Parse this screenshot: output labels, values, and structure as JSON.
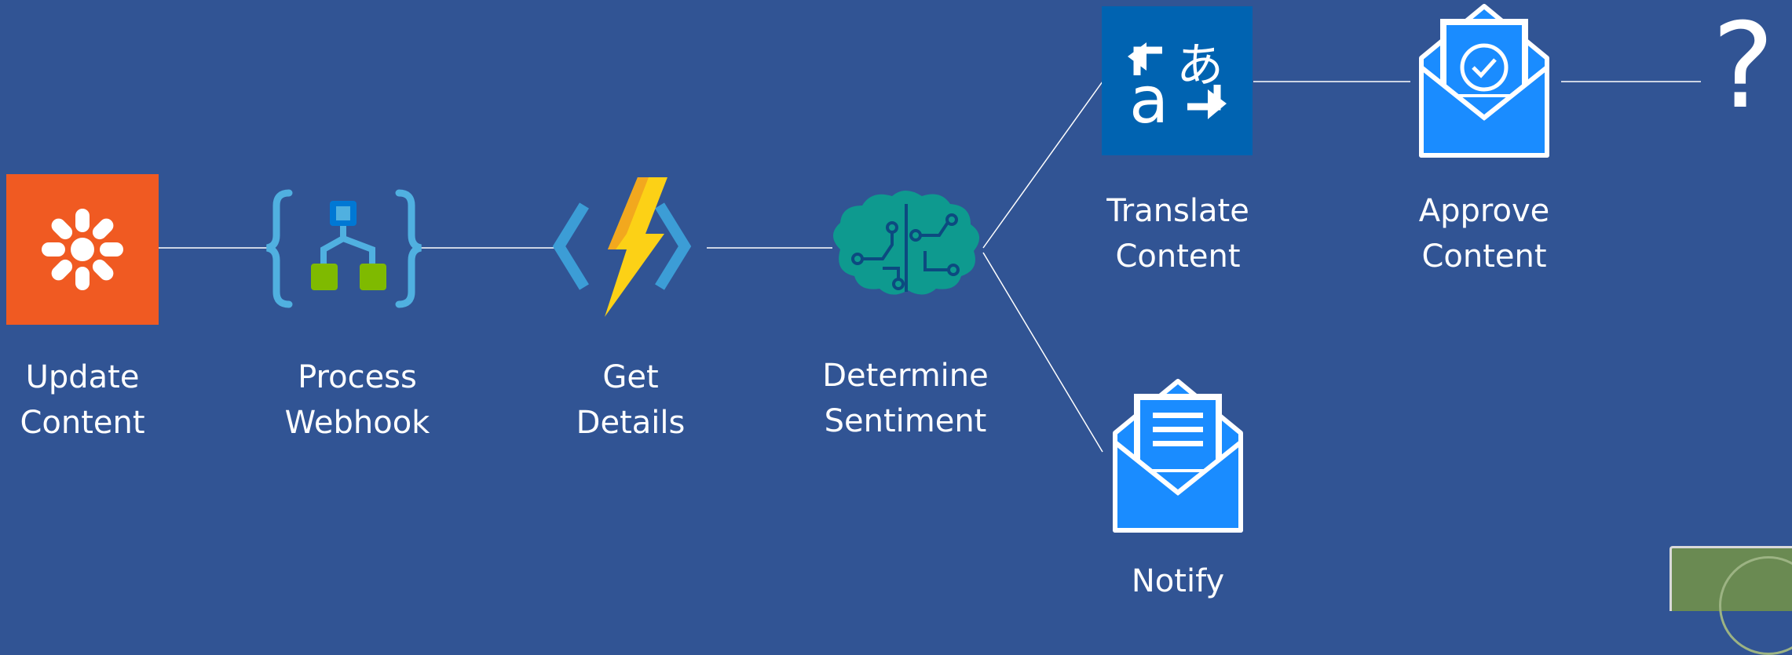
{
  "diagram": {
    "background_color": "#315494",
    "line_color": "#ffffff",
    "nodes": [
      {
        "id": "update",
        "label_lines": [
          "Update",
          "Content"
        ],
        "icon": "kentico-icon"
      },
      {
        "id": "webhook",
        "label_lines": [
          "Process",
          "Webhook"
        ],
        "icon": "logic-app-icon"
      },
      {
        "id": "details",
        "label_lines": [
          "Get",
          "Details"
        ],
        "icon": "azure-function-icon"
      },
      {
        "id": "sentiment",
        "label_lines": [
          "Determine",
          "Sentiment"
        ],
        "icon": "cognitive-brain-icon"
      },
      {
        "id": "translate",
        "label_lines": [
          "Translate",
          "Content"
        ],
        "icon": "translator-icon"
      },
      {
        "id": "approve",
        "label_lines": [
          "Approve",
          "Content"
        ],
        "icon": "approval-envelope-icon"
      },
      {
        "id": "notify",
        "label_lines": [
          "Notify"
        ],
        "icon": "notify-envelope-icon"
      }
    ],
    "final_step": {
      "text": "?"
    },
    "colors": {
      "kentico_orange": "#f05a22",
      "logic_blue": "#50b0e0",
      "logic_green": "#7fba00",
      "function_yellow": "#fcd116",
      "brain_teal": "#0e9a8f",
      "translator_blue": "#0063b1",
      "envelope_blue": "#1a8cff"
    }
  }
}
